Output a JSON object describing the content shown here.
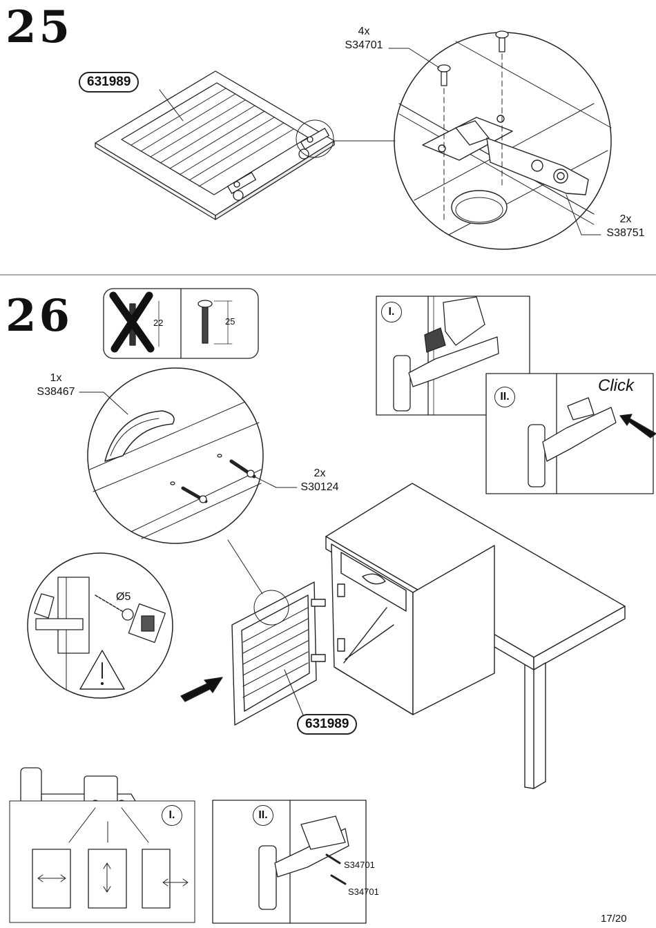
{
  "steps": {
    "step25": {
      "number": "25",
      "part_id": "631989",
      "screw_callout": {
        "qty": "4x",
        "code": "S34701"
      },
      "hinge_callout": {
        "qty": "2x",
        "code": "S38751"
      }
    },
    "step26": {
      "number": "26",
      "bolt_dims": {
        "wrong": "22",
        "right": "25"
      },
      "handle_callout": {
        "qty": "1x",
        "code": "S38467"
      },
      "bolt_callout": {
        "qty": "2x",
        "code": "S30124"
      },
      "drill_label": "Ø5",
      "part_id": "631989",
      "panel_I": {
        "label": "I."
      },
      "panel_II": {
        "label": "II.",
        "click": "Click"
      },
      "adjust_panel": {
        "label": "I."
      },
      "mount_panel": {
        "label": "II.",
        "screw_a": "S34701",
        "screw_b": "S34701"
      }
    }
  },
  "footer": {
    "page": "17/20"
  }
}
